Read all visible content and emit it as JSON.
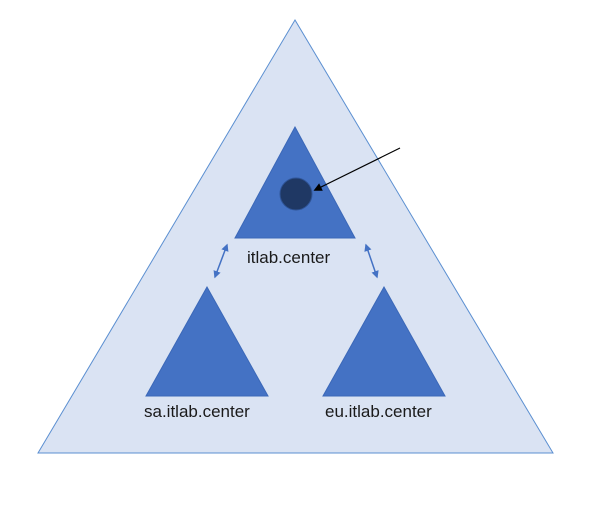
{
  "colors": {
    "outer_fill": "#dae3f3",
    "outer_stroke": "#5b8fd1",
    "domain_fill": "#4472c4",
    "domain_stroke": "#3b68b8",
    "dot_fill": "#1f3864",
    "link_color": "#4472c4",
    "pointer_color": "#000000"
  },
  "nodes": {
    "root": {
      "label": "itlab.center"
    },
    "sa": {
      "label": "sa.itlab.center"
    },
    "eu": {
      "label": "eu.itlab.center"
    }
  }
}
